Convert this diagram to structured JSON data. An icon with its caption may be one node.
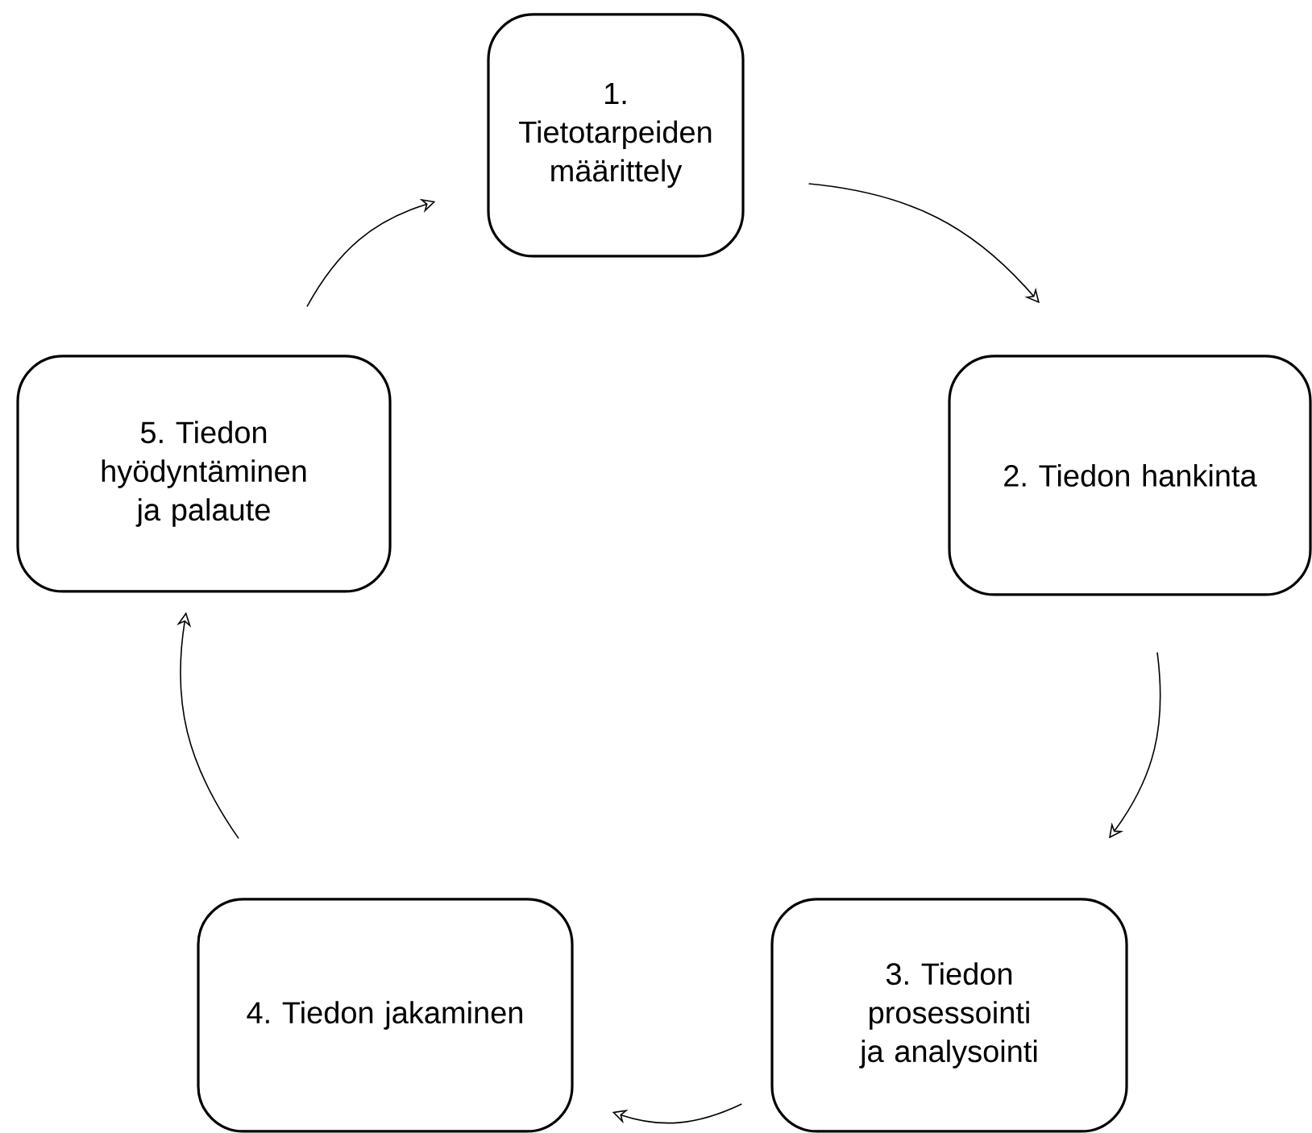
{
  "diagram": {
    "nodes": [
      {
        "text": [
          "1. Tietotarpeiden määrittely"
        ]
      },
      {
        "text": [
          "2. Tiedon hankinta"
        ]
      },
      {
        "text": [
          "3. Tiedon prosessointi ja analysointi"
        ]
      },
      {
        "text": [
          "4. Tiedon jakaminen"
        ]
      },
      {
        "text": [
          "5. Tiedon hyödyntäminen ja palaute"
        ]
      }
    ],
    "edges": [
      {
        "from": 0,
        "to": 1,
        "arrow": "to"
      },
      {
        "from": 1,
        "to": 2,
        "arrow": "to"
      },
      {
        "from": 2,
        "to": 3,
        "arrow": "to"
      },
      {
        "from": 3,
        "to": 4,
        "arrow": "to"
      },
      {
        "from": 4,
        "to": 0,
        "arrow": "to"
      }
    ]
  }
}
